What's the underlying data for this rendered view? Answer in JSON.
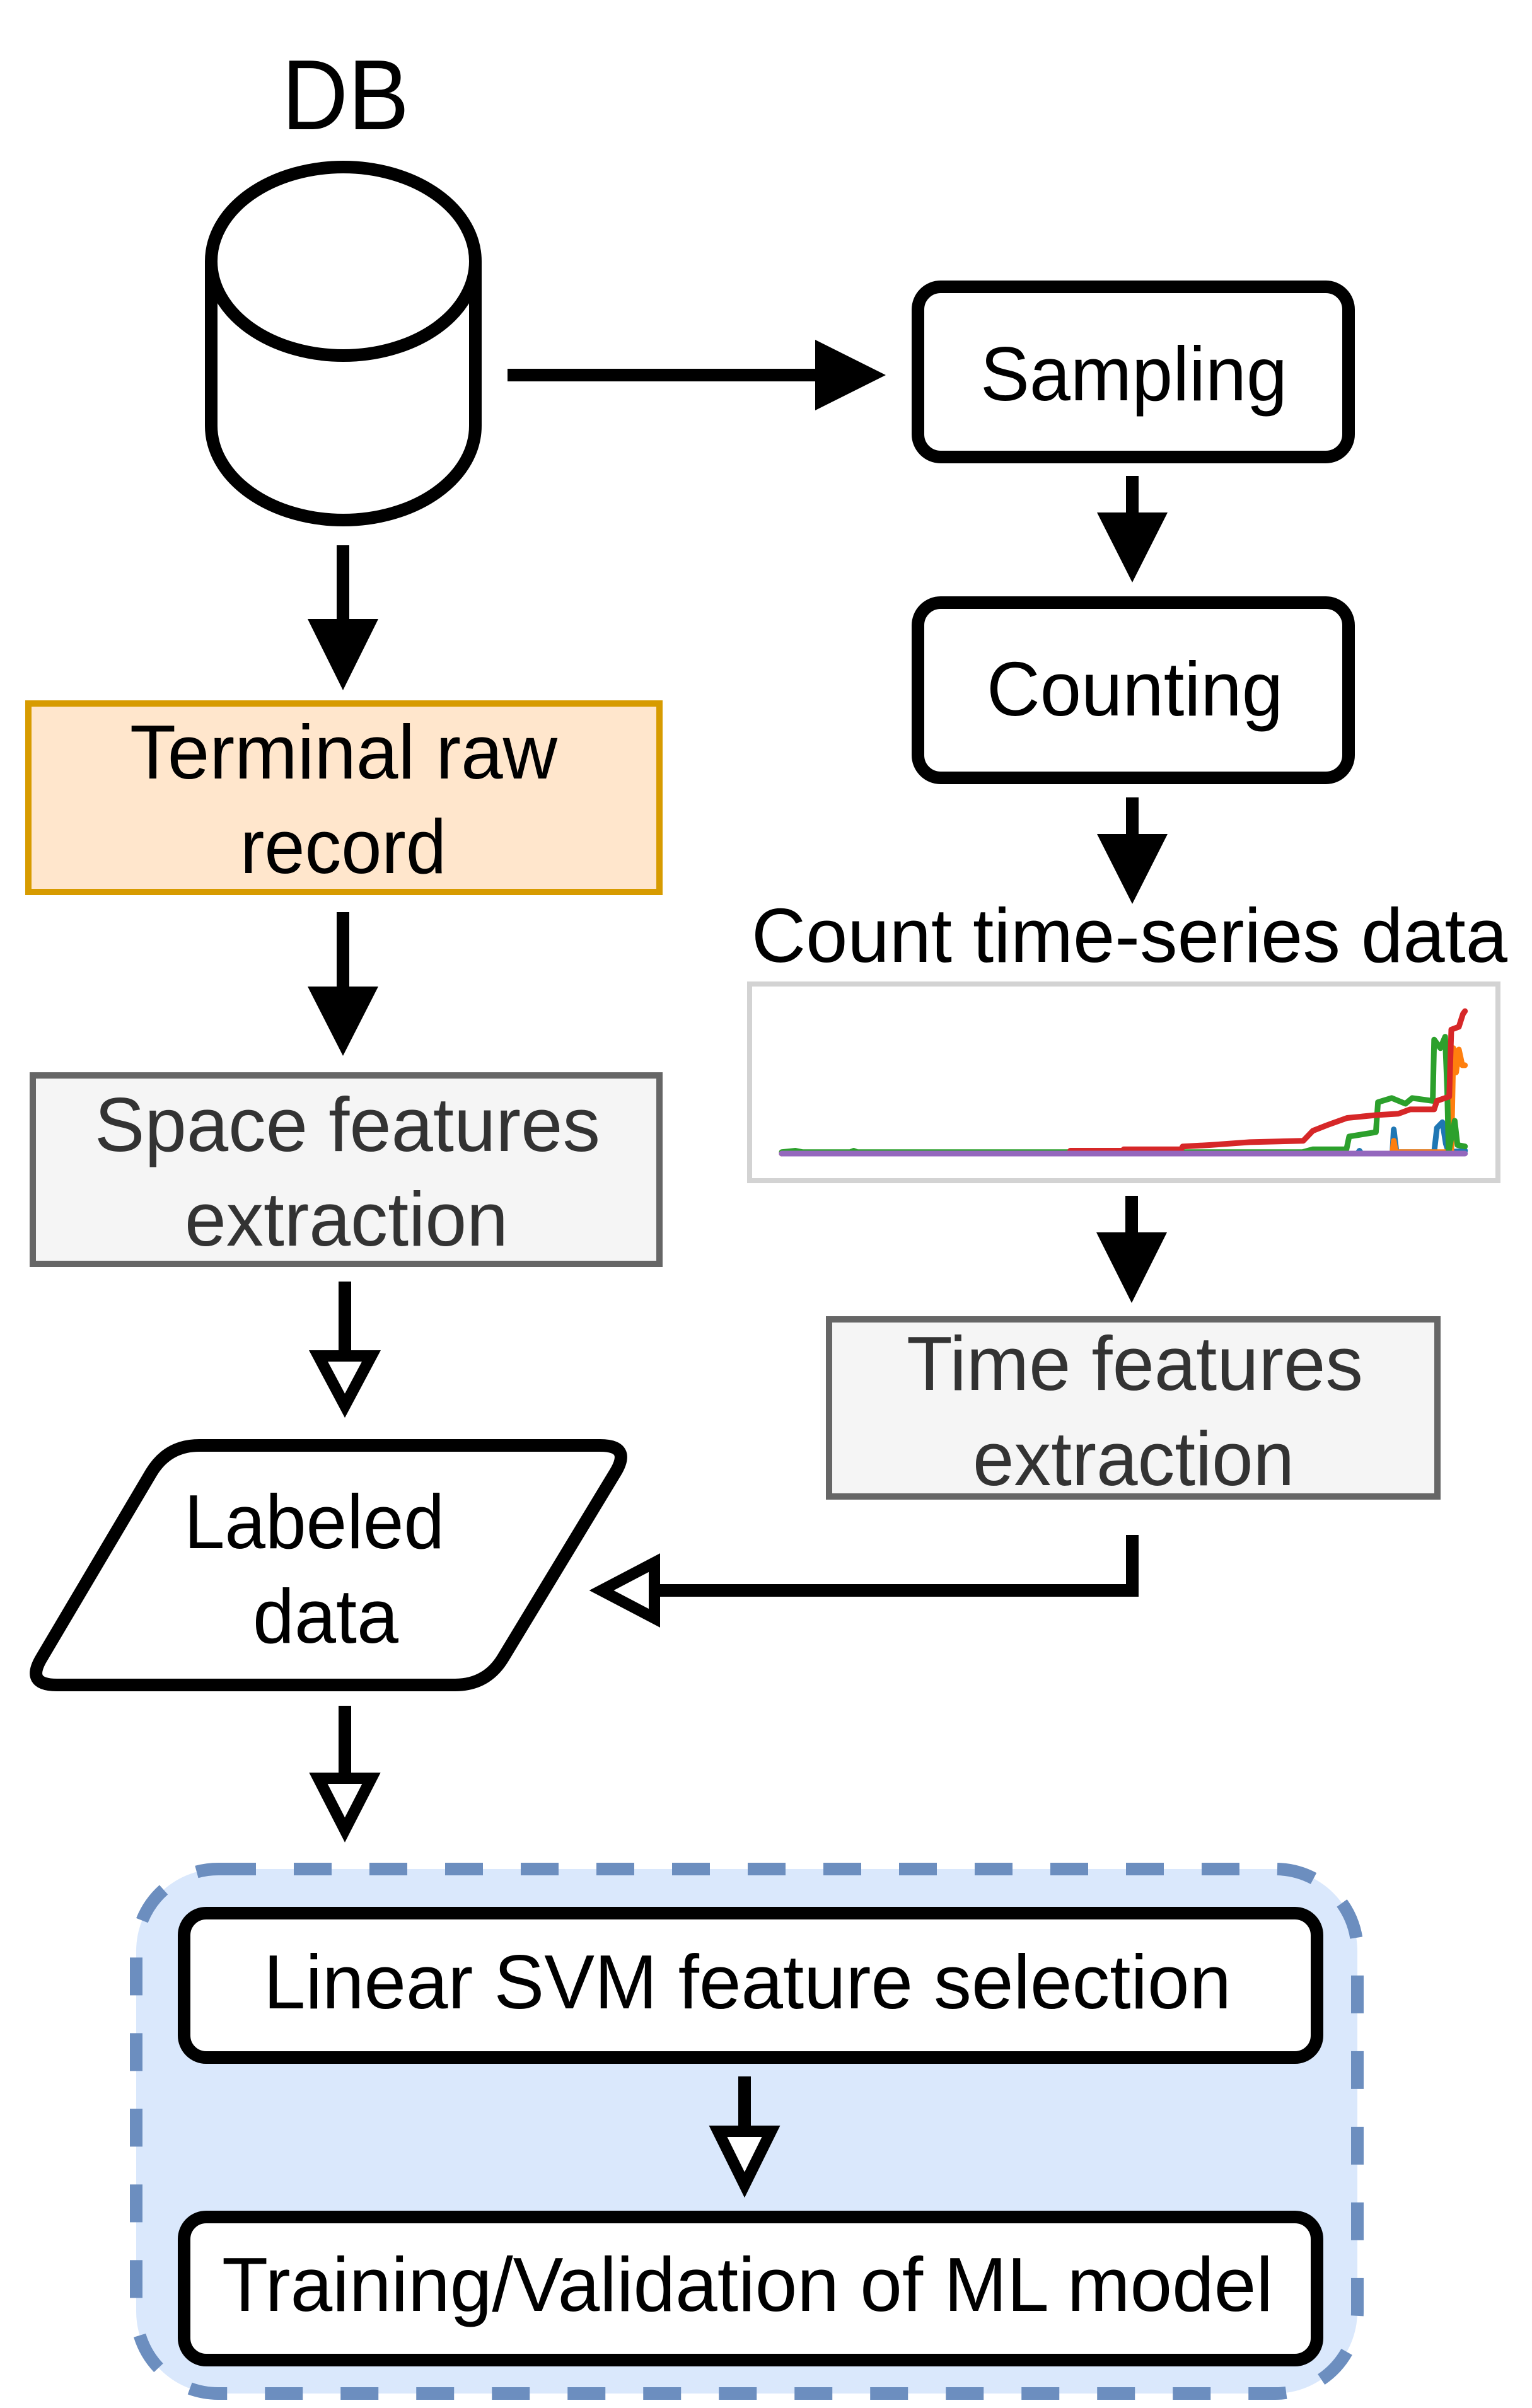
{
  "diagram": {
    "nodes": {
      "db": {
        "label": "DB",
        "shape": "cylinder"
      },
      "sampling": {
        "label": "Sampling",
        "shape": "rounded-rectangle"
      },
      "counting": {
        "label": "Counting",
        "shape": "rounded-rectangle"
      },
      "terminal_raw_record": {
        "lines": [
          "Terminal raw",
          "record"
        ],
        "shape": "rectangle",
        "fill": "#ffe6cc",
        "stroke": "#d79b00"
      },
      "count_time_series": {
        "label": "Count time-series data",
        "shape": "chart-thumbnail"
      },
      "space_features": {
        "lines": [
          "Space features",
          "extraction"
        ],
        "shape": "rectangle",
        "fill": "#f5f5f5",
        "stroke": "#666666",
        "text_color": "#333333"
      },
      "time_features": {
        "lines": [
          "Time features",
          "extraction"
        ],
        "shape": "rectangle",
        "fill": "#f5f5f5",
        "stroke": "#666666",
        "text_color": "#333333"
      },
      "labeled_data": {
        "lines": [
          "Labeled",
          "data"
        ],
        "shape": "parallelogram"
      },
      "ml_group": {
        "shape": "dashed-group",
        "fill": "#dae8fc",
        "stroke": "#6c8ebf"
      },
      "linear_svm": {
        "label": "Linear SVM feature selection",
        "shape": "rounded-rectangle"
      },
      "training": {
        "label": "Training/Validation of ML model",
        "shape": "rounded-rectangle"
      }
    },
    "edges": [
      {
        "from": "db",
        "to": "sampling",
        "head": "solid"
      },
      {
        "from": "db",
        "to": "terminal_raw_record",
        "head": "solid"
      },
      {
        "from": "sampling",
        "to": "counting",
        "head": "solid"
      },
      {
        "from": "counting",
        "to": "count_time_series",
        "head": "solid"
      },
      {
        "from": "terminal_raw_record",
        "to": "space_features",
        "head": "solid"
      },
      {
        "from": "count_time_series",
        "to": "time_features",
        "head": "solid"
      },
      {
        "from": "space_features",
        "to": "labeled_data",
        "head": "hollow"
      },
      {
        "from": "time_features",
        "to": "labeled_data",
        "head": "hollow"
      },
      {
        "from": "labeled_data",
        "to": "linear_svm",
        "head": "hollow"
      },
      {
        "from": "linear_svm",
        "to": "training",
        "head": "hollow"
      }
    ]
  },
  "chart_data": {
    "type": "line",
    "title": "Count time-series data",
    "xlabel": "",
    "ylabel": "",
    "xlim": [
      0,
      100
    ],
    "ylim": [
      0,
      100
    ],
    "grid": false,
    "axes_visible": false,
    "legend": "none",
    "series": [
      {
        "name": "blue",
        "color": "#1f77b4",
        "points": [
          [
            0,
            0
          ],
          [
            84,
            0
          ],
          [
            84.3,
            2
          ],
          [
            84.6,
            0
          ],
          [
            89.1,
            0
          ],
          [
            89.3,
            17
          ],
          [
            89.7,
            1
          ],
          [
            95.2,
            1
          ],
          [
            95.6,
            18
          ],
          [
            96.4,
            22
          ],
          [
            96.9,
            7
          ],
          [
            97.3,
            1
          ],
          [
            99.7,
            2
          ]
        ]
      },
      {
        "name": "orange",
        "color": "#ff7f0e",
        "points": [
          [
            0,
            0
          ],
          [
            89.1,
            0
          ],
          [
            89.3,
            9
          ],
          [
            89.6,
            1
          ],
          [
            97.7,
            1
          ],
          [
            98.0,
            74
          ],
          [
            98.4,
            57
          ],
          [
            98.8,
            73
          ],
          [
            99.3,
            62
          ],
          [
            99.7,
            62
          ]
        ]
      },
      {
        "name": "green",
        "color": "#2ca02c",
        "points": [
          [
            0,
            1
          ],
          [
            2,
            2
          ],
          [
            3,
            1
          ],
          [
            10,
            1
          ],
          [
            10.5,
            2
          ],
          [
            11,
            1
          ],
          [
            76,
            1
          ],
          [
            77.5,
            3
          ],
          [
            82.4,
            3
          ],
          [
            82.8,
            12
          ],
          [
            86.7,
            15
          ],
          [
            87,
            36
          ],
          [
            89,
            39
          ],
          [
            91,
            35
          ],
          [
            92,
            39
          ],
          [
            95,
            37
          ],
          [
            95.2,
            80
          ],
          [
            96.1,
            74
          ],
          [
            96.8,
            82
          ],
          [
            97.1,
            45
          ],
          [
            97.3,
            1
          ],
          [
            98.2,
            23
          ],
          [
            98.6,
            6
          ],
          [
            99.7,
            5
          ]
        ]
      },
      {
        "name": "red",
        "color": "#d62728",
        "points": [
          [
            0,
            0
          ],
          [
            42,
            0
          ],
          [
            42.1,
            2
          ],
          [
            49.8,
            2
          ],
          [
            49.9,
            3
          ],
          [
            58.3,
            3
          ],
          [
            58.5,
            5
          ],
          [
            62.6,
            6
          ],
          [
            68.3,
            8
          ],
          [
            76.1,
            9
          ],
          [
            77.5,
            16
          ],
          [
            79.6,
            20
          ],
          [
            82.5,
            25
          ],
          [
            86.7,
            27
          ],
          [
            90,
            28
          ],
          [
            91.7,
            31
          ],
          [
            95.2,
            31
          ],
          [
            95.6,
            37
          ],
          [
            97.4,
            40
          ],
          [
            97.7,
            87
          ],
          [
            98.8,
            89
          ],
          [
            99.4,
            98
          ],
          [
            99.7,
            100
          ]
        ]
      },
      {
        "name": "purple",
        "color": "#9467bd",
        "points": [
          [
            0,
            0
          ],
          [
            99.7,
            0
          ]
        ]
      }
    ]
  }
}
